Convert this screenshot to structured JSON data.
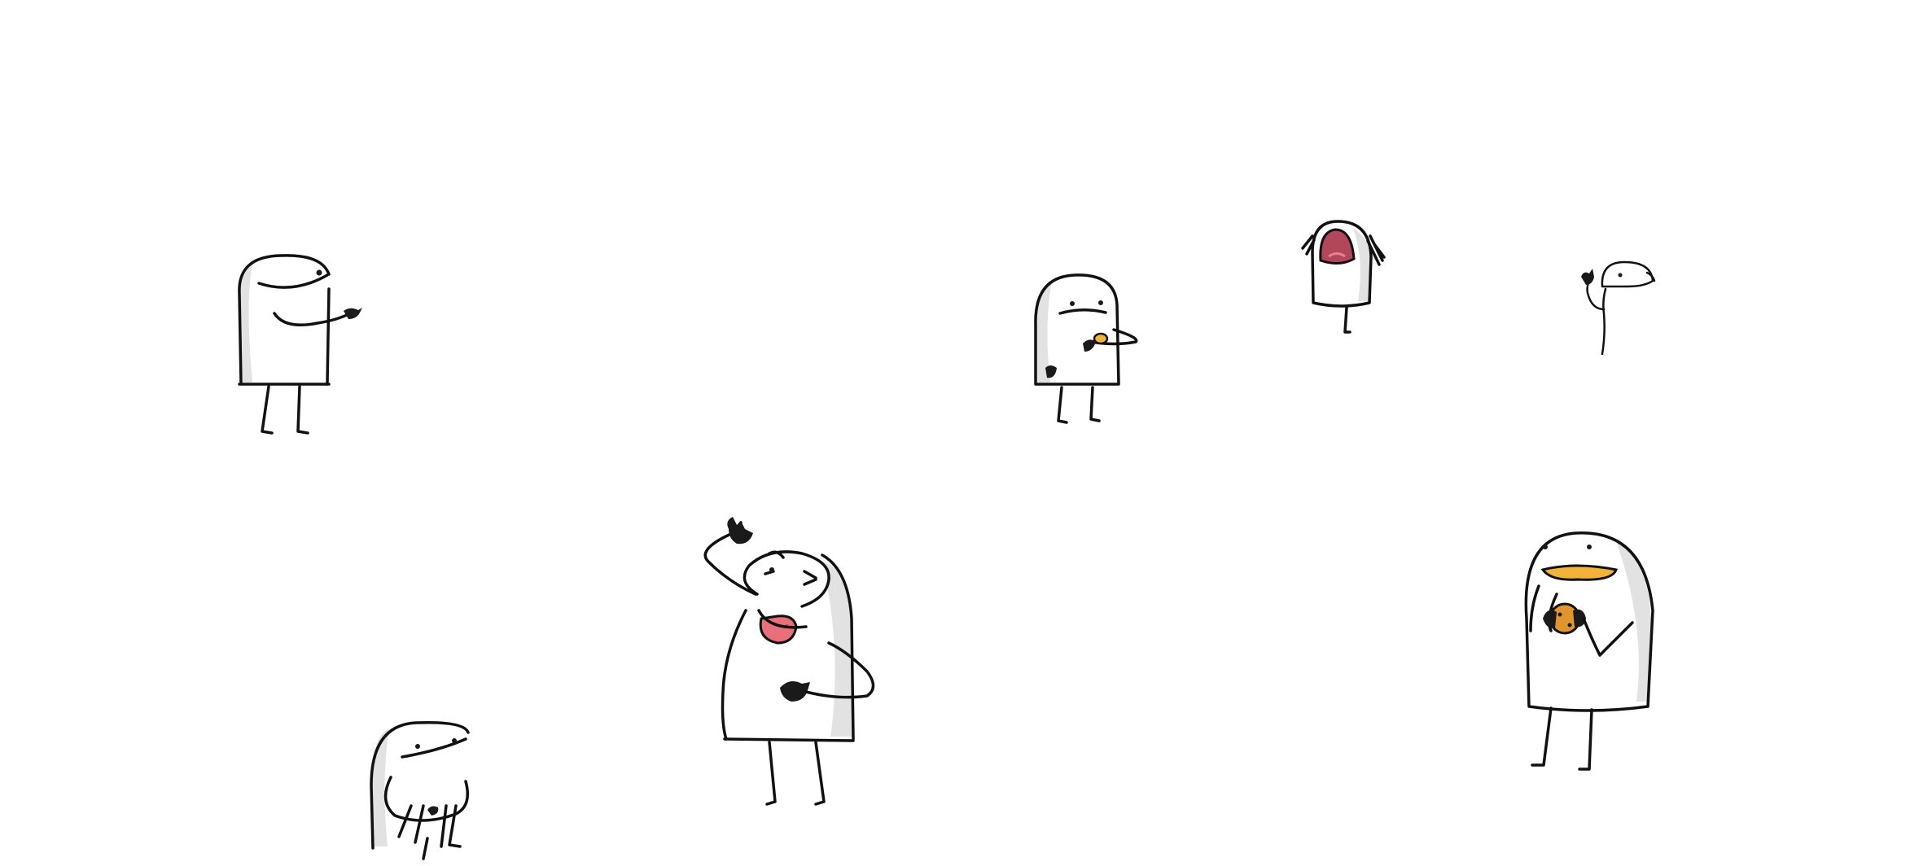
{
  "scene": {
    "background": "#ffffff",
    "ink_color": "#111111",
    "shade_color": "#e2e2e2",
    "characters": [
      {
        "id": "pointing",
        "icon": "pointing-blob-character",
        "action": "pointing"
      },
      {
        "id": "peeking",
        "icon": "peeking-blob-character",
        "action": "peeking"
      },
      {
        "id": "tongue",
        "icon": "tongue-out-blob-character",
        "action": "tongue-out"
      },
      {
        "id": "shrug",
        "icon": "shrug-blob-character",
        "action": "holding-cup"
      },
      {
        "id": "screaming",
        "icon": "screaming-blob-character",
        "action": "screaming"
      },
      {
        "id": "waving",
        "icon": "waving-blob-character",
        "action": "waving"
      },
      {
        "id": "duck",
        "icon": "duck-blob-character",
        "action": "eating-cookie"
      }
    ],
    "colors": {
      "tongue": "#e8707a",
      "mouth": "#b3475a",
      "beak": "#f2b33a",
      "cookie": "#e0962e"
    }
  }
}
